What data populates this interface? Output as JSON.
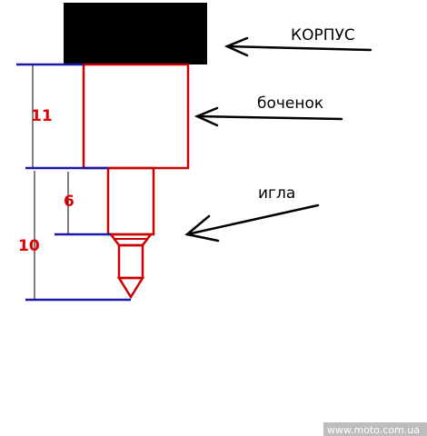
{
  "labels": {
    "body": "КОРПУС",
    "barrel": "боченок",
    "needle": "игла"
  },
  "dimensions": {
    "barrel_length": "11",
    "shank_length": "6",
    "needle_length": "10"
  },
  "watermark": "www.moto.com.ua",
  "colors": {
    "body_fill": "#000000",
    "outline": "#cc0000",
    "dimension_line": "#1a1aa8",
    "dimension_text": "#dd0000",
    "arrow": "#000000",
    "watermark_bg": "#bdbdbd"
  }
}
